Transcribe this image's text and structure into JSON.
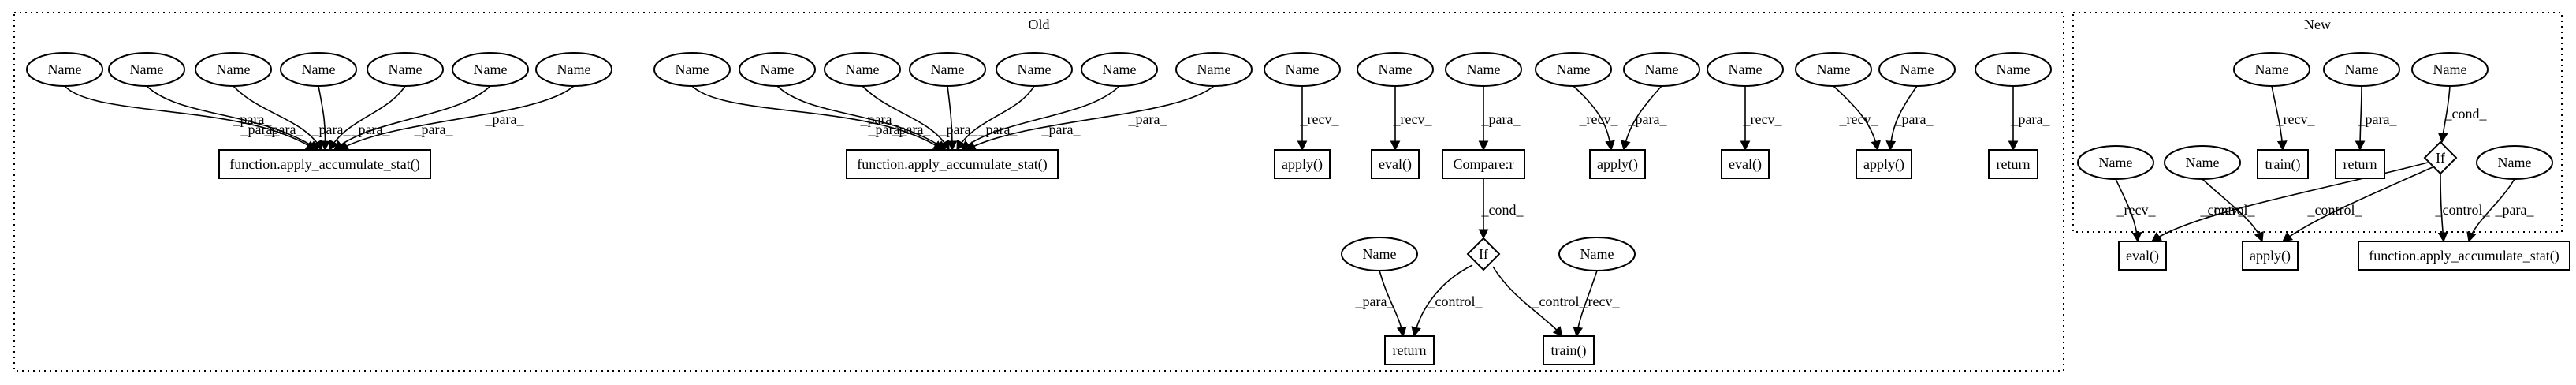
{
  "clusters": [
    {
      "id": "old",
      "label": "Old"
    },
    {
      "id": "new",
      "label": "New"
    }
  ],
  "nodes": [
    {
      "id": "o_n1",
      "label": "Name",
      "shape": "ellipse"
    },
    {
      "id": "o_n2",
      "label": "Name",
      "shape": "ellipse"
    },
    {
      "id": "o_n3",
      "label": "Name",
      "shape": "ellipse"
    },
    {
      "id": "o_n4",
      "label": "Name",
      "shape": "ellipse"
    },
    {
      "id": "o_n5",
      "label": "Name",
      "shape": "ellipse"
    },
    {
      "id": "o_n6",
      "label": "Name",
      "shape": "ellipse"
    },
    {
      "id": "o_n7",
      "label": "Name",
      "shape": "ellipse"
    },
    {
      "id": "o_f1",
      "label": "function.apply_accumulate_stat()",
      "shape": "box"
    },
    {
      "id": "o_n8",
      "label": "Name",
      "shape": "ellipse"
    },
    {
      "id": "o_n9",
      "label": "Name",
      "shape": "ellipse"
    },
    {
      "id": "o_n10",
      "label": "Name",
      "shape": "ellipse"
    },
    {
      "id": "o_n11",
      "label": "Name",
      "shape": "ellipse"
    },
    {
      "id": "o_n12",
      "label": "Name",
      "shape": "ellipse"
    },
    {
      "id": "o_n13",
      "label": "Name",
      "shape": "ellipse"
    },
    {
      "id": "o_n14",
      "label": "Name",
      "shape": "ellipse"
    },
    {
      "id": "o_f2",
      "label": "function.apply_accumulate_stat()",
      "shape": "box"
    },
    {
      "id": "o_n15",
      "label": "Name",
      "shape": "ellipse"
    },
    {
      "id": "o_apply1",
      "label": "apply()",
      "shape": "box"
    },
    {
      "id": "o_n16",
      "label": "Name",
      "shape": "ellipse"
    },
    {
      "id": "o_eval1",
      "label": "eval()",
      "shape": "box"
    },
    {
      "id": "o_n17",
      "label": "Name",
      "shape": "ellipse"
    },
    {
      "id": "o_cmp",
      "label": "Compare:r",
      "shape": "box"
    },
    {
      "id": "o_n18",
      "label": "Name",
      "shape": "ellipse"
    },
    {
      "id": "o_n19",
      "label": "Name",
      "shape": "ellipse"
    },
    {
      "id": "o_apply2",
      "label": "apply()",
      "shape": "box"
    },
    {
      "id": "o_n20",
      "label": "Name",
      "shape": "ellipse"
    },
    {
      "id": "o_eval2",
      "label": "eval()",
      "shape": "box"
    },
    {
      "id": "o_n21",
      "label": "Name",
      "shape": "ellipse"
    },
    {
      "id": "o_n22",
      "label": "Name",
      "shape": "ellipse"
    },
    {
      "id": "o_apply3",
      "label": "apply()",
      "shape": "box"
    },
    {
      "id": "o_n23",
      "label": "Name",
      "shape": "ellipse"
    },
    {
      "id": "o_ret1",
      "label": "return",
      "shape": "box"
    },
    {
      "id": "o_if",
      "label": "If",
      "shape": "diamond"
    },
    {
      "id": "o_n24",
      "label": "Name",
      "shape": "ellipse"
    },
    {
      "id": "o_n25",
      "label": "Name",
      "shape": "ellipse"
    },
    {
      "id": "o_ret2",
      "label": "return",
      "shape": "box"
    },
    {
      "id": "o_train",
      "label": "train()",
      "shape": "box"
    },
    {
      "id": "n_n1",
      "label": "Name",
      "shape": "ellipse"
    },
    {
      "id": "n_train",
      "label": "train()",
      "shape": "box"
    },
    {
      "id": "n_n2",
      "label": "Name",
      "shape": "ellipse"
    },
    {
      "id": "n_ret",
      "label": "return",
      "shape": "box"
    },
    {
      "id": "n_n3",
      "label": "Name",
      "shape": "ellipse"
    },
    {
      "id": "n_if",
      "label": "If",
      "shape": "diamond"
    },
    {
      "id": "n_n4",
      "label": "Name",
      "shape": "ellipse"
    },
    {
      "id": "n_n5",
      "label": "Name",
      "shape": "ellipse"
    },
    {
      "id": "n_n6",
      "label": "Name",
      "shape": "ellipse"
    },
    {
      "id": "n_eval",
      "label": "eval()",
      "shape": "box"
    },
    {
      "id": "n_apply",
      "label": "apply()",
      "shape": "box"
    },
    {
      "id": "n_f",
      "label": "function.apply_accumulate_stat()",
      "shape": "box"
    }
  ],
  "edges": [
    {
      "from": "o_n1",
      "to": "o_f1",
      "label": "_para_"
    },
    {
      "from": "o_n2",
      "to": "o_f1",
      "label": "_para_"
    },
    {
      "from": "o_n3",
      "to": "o_f1",
      "label": "_para_"
    },
    {
      "from": "o_n4",
      "to": "o_f1",
      "label": "_para_"
    },
    {
      "from": "o_n5",
      "to": "o_f1",
      "label": "_para_"
    },
    {
      "from": "o_n6",
      "to": "o_f1",
      "label": "_para_"
    },
    {
      "from": "o_n7",
      "to": "o_f1",
      "label": "_para_"
    },
    {
      "from": "o_n8",
      "to": "o_f2",
      "label": "_para_"
    },
    {
      "from": "o_n9",
      "to": "o_f2",
      "label": "_para_"
    },
    {
      "from": "o_n10",
      "to": "o_f2",
      "label": "_para_"
    },
    {
      "from": "o_n11",
      "to": "o_f2",
      "label": "_para_"
    },
    {
      "from": "o_n12",
      "to": "o_f2",
      "label": "_para_"
    },
    {
      "from": "o_n13",
      "to": "o_f2",
      "label": "_para_"
    },
    {
      "from": "o_n14",
      "to": "o_f2",
      "label": "_para_"
    },
    {
      "from": "o_n15",
      "to": "o_apply1",
      "label": "_recv_"
    },
    {
      "from": "o_n16",
      "to": "o_eval1",
      "label": "_recv_"
    },
    {
      "from": "o_n17",
      "to": "o_cmp",
      "label": "_para_"
    },
    {
      "from": "o_n18",
      "to": "o_apply2",
      "label": "_recv_"
    },
    {
      "from": "o_n19",
      "to": "o_apply2",
      "label": "_para_"
    },
    {
      "from": "o_n20",
      "to": "o_eval2",
      "label": "_recv_"
    },
    {
      "from": "o_n21",
      "to": "o_apply3",
      "label": "_recv_"
    },
    {
      "from": "o_n22",
      "to": "o_apply3",
      "label": "_para_"
    },
    {
      "from": "o_n23",
      "to": "o_ret1",
      "label": "_para_"
    },
    {
      "from": "o_cmp",
      "to": "o_if",
      "label": "_cond_"
    },
    {
      "from": "o_if",
      "to": "o_ret2",
      "label": "_control_"
    },
    {
      "from": "o_if",
      "to": "o_train",
      "label": "_control_"
    },
    {
      "from": "o_n24",
      "to": "o_ret2",
      "label": "_para_"
    },
    {
      "from": "o_n25",
      "to": "o_train",
      "label": "_recv_"
    },
    {
      "from": "n_n1",
      "to": "n_train",
      "label": "_recv_"
    },
    {
      "from": "n_n2",
      "to": "n_ret",
      "label": "_para_"
    },
    {
      "from": "n_n3",
      "to": "n_if",
      "label": "_cond_"
    },
    {
      "from": "n_if",
      "to": "n_eval",
      "label": "_control_"
    },
    {
      "from": "n_if",
      "to": "n_apply",
      "label": "_control_"
    },
    {
      "from": "n_if",
      "to": "n_f",
      "label": "_control_"
    },
    {
      "from": "n_n4",
      "to": "n_eval",
      "label": "_recv_"
    },
    {
      "from": "n_n5",
      "to": "n_apply",
      "label": "_recv_"
    },
    {
      "from": "n_n6",
      "to": "n_f",
      "label": "_para_"
    }
  ]
}
